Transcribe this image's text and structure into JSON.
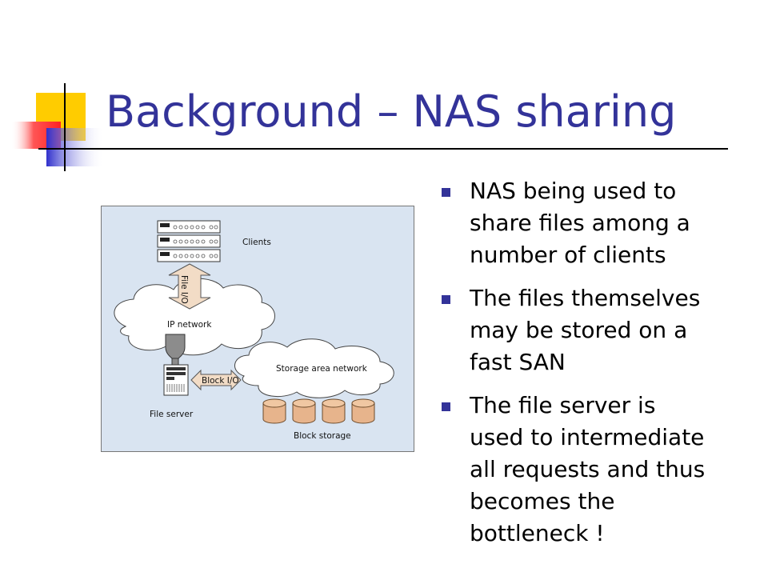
{
  "slide": {
    "title": "Background – NAS sharing",
    "bullets": [
      "NAS being used to\nshare files among a\nnumber of clients",
      "The files themselves\nmay be stored on a\nfast SAN",
      "The file server is\nused to intermediate\nall requests and thus\nbecomes the\nbottleneck !"
    ]
  },
  "diagram": {
    "labels": {
      "clients": "Clients",
      "file_io": "File I/O",
      "ip_network": "IP network",
      "block_io": "Block I/O",
      "storage_area_network": "Storage area network",
      "file_server": "File server",
      "block_storage": "Block storage"
    }
  },
  "colors": {
    "title": "#333399",
    "bullet_marker": "#333399",
    "diagram_background": "#d9e4f1",
    "storage_disk": "#e7b48c",
    "arrow_fill": "#f2dcc6",
    "deco_yellow": "#ffcc00",
    "deco_red": "#ff3333",
    "deco_blue": "#3333cc"
  }
}
